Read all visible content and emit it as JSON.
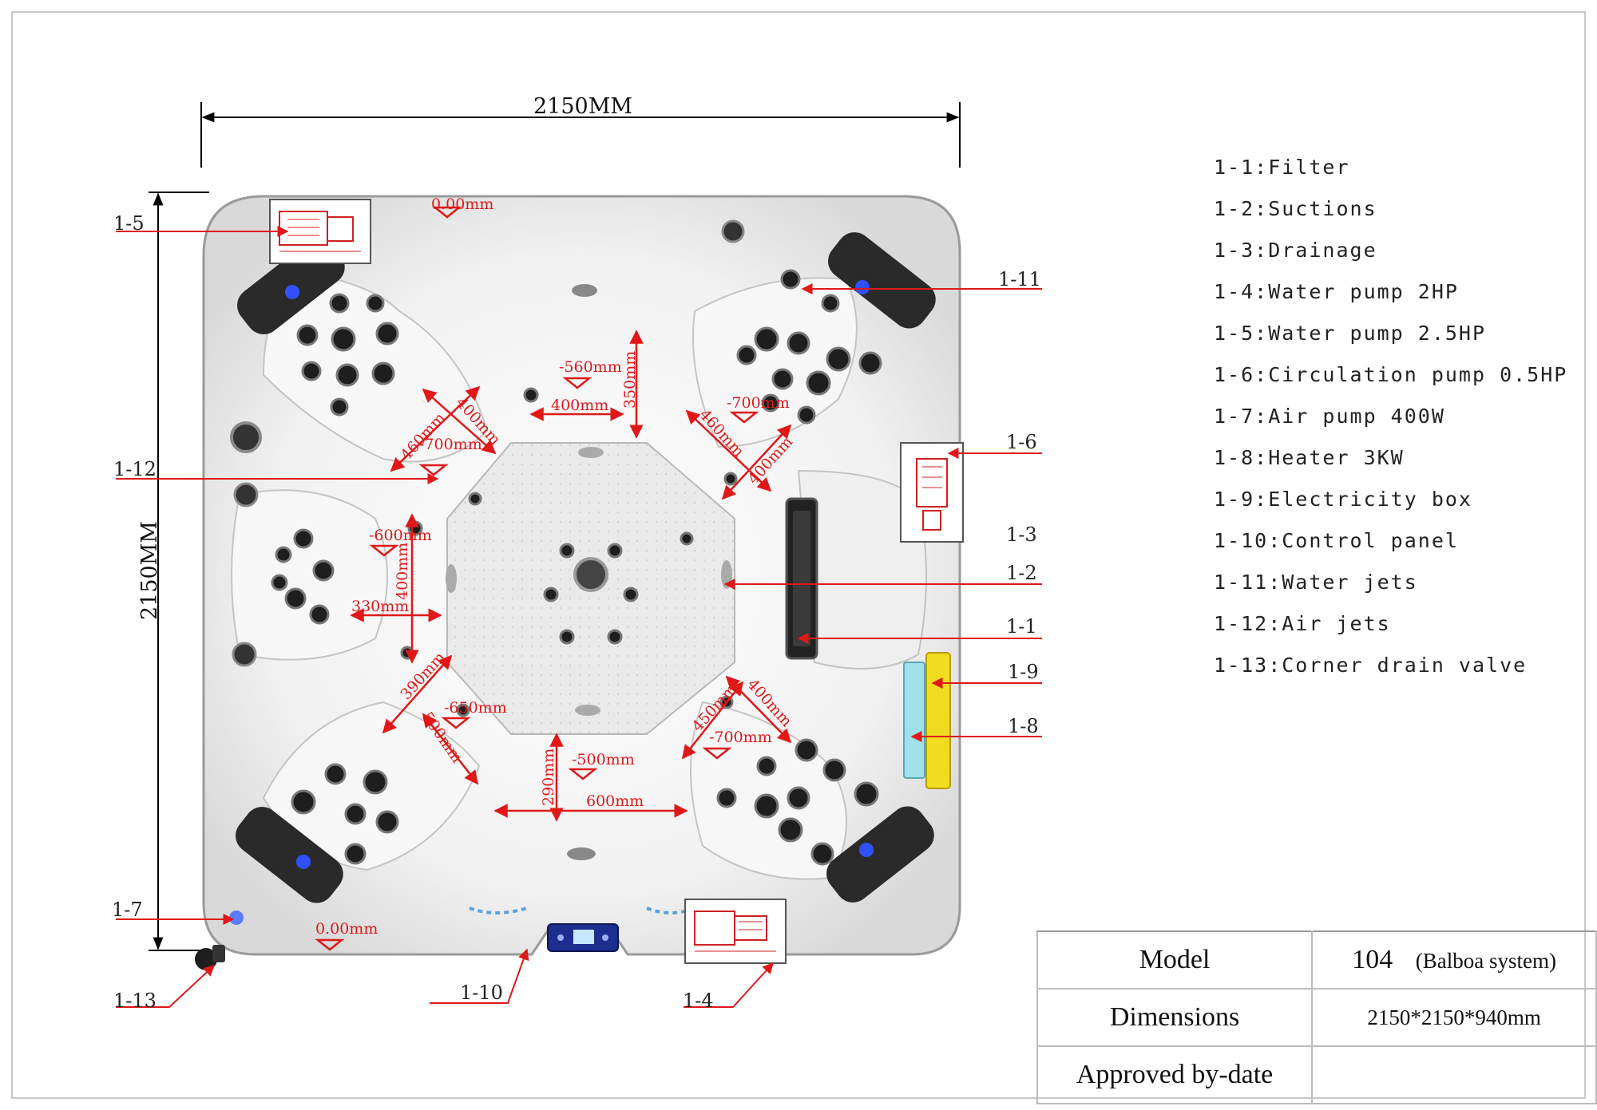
{
  "dimensions": {
    "width": "2150MM",
    "height": "2150MM"
  },
  "callouts": [
    "1-1",
    "1-2",
    "1-3",
    "1-4",
    "1-5",
    "1-6",
    "1-7",
    "1-8",
    "1-9",
    "1-10",
    "1-11",
    "1-12",
    "1-13"
  ],
  "measurements": [
    "0.00mm",
    "0.00mm",
    "-560mm",
    "350mm",
    "400mm",
    "460mm",
    "400mm",
    "-700mm",
    "-700mm",
    "460mm",
    "400mm",
    "-600mm",
    "400mm",
    "330mm",
    "390mm",
    "500mm",
    "-650mm",
    "290mm",
    "-500mm",
    "600mm",
    "450mm",
    "400mm",
    "-700mm"
  ],
  "legend": [
    "1-1:Filter",
    "1-2:Suctions",
    "1-3:Drainage",
    "1-4:Water pump 2HP",
    "1-5:Water pump 2.5HP",
    "1-6:Circulation pump 0.5HP",
    "1-7:Air pump 400W",
    "1-8:Heater 3KW",
    "1-9:Electricity box",
    "1-10:Control panel",
    "1-11:Water jets",
    "1-12:Air jets",
    "1-13:Corner drain valve"
  ],
  "info_table": {
    "model_label": "Model",
    "model_value": "104",
    "model_note": "(Balboa system)",
    "dimensions_label": "Dimensions",
    "dimensions_value": "2150*2150*940mm",
    "approved_label": "Approved by-date",
    "approved_value": ""
  },
  "colors": {
    "annotation": "#e01818",
    "heater": "#9fe0ea",
    "electricity_box": "#f2dc22",
    "seat_light": "#3050ff"
  },
  "icons": [
    "water-pump-icon",
    "circulation-pump-icon",
    "control-panel-icon",
    "drain-valve-icon",
    "air-pump-icon"
  ]
}
